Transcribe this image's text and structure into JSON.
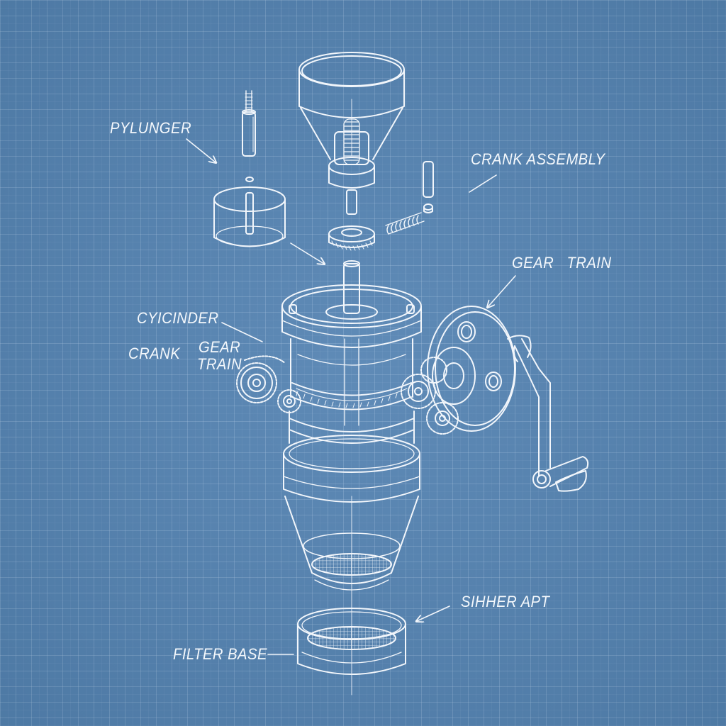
{
  "diagram": {
    "style": "blueprint exploded view",
    "colors": {
      "background": "#5a87b3",
      "lines": "#f2f6fb",
      "grid": "#9dbbd8"
    },
    "labels": {
      "plunger": "PYLUNGER",
      "crank_assembly": "CRANK ASSEMBLY",
      "gear_train_right": "GEAR   TRAIN",
      "cylinder": "CYICINDER",
      "crank_left": "CRANK",
      "gear_train_left_1": "GEAR",
      "gear_train_left_2": "TRAIN",
      "sifter_apt": "SIHHER APT",
      "filter_base": "FILTER BASE"
    },
    "components": [
      "hopper-funnel",
      "threaded-rod",
      "plunger-cup",
      "drive-gear",
      "spring",
      "pin",
      "cylinder-housing",
      "side-gears",
      "crank-wheel",
      "crank-handle",
      "conical-body",
      "mesh-screen",
      "filter-base"
    ]
  }
}
